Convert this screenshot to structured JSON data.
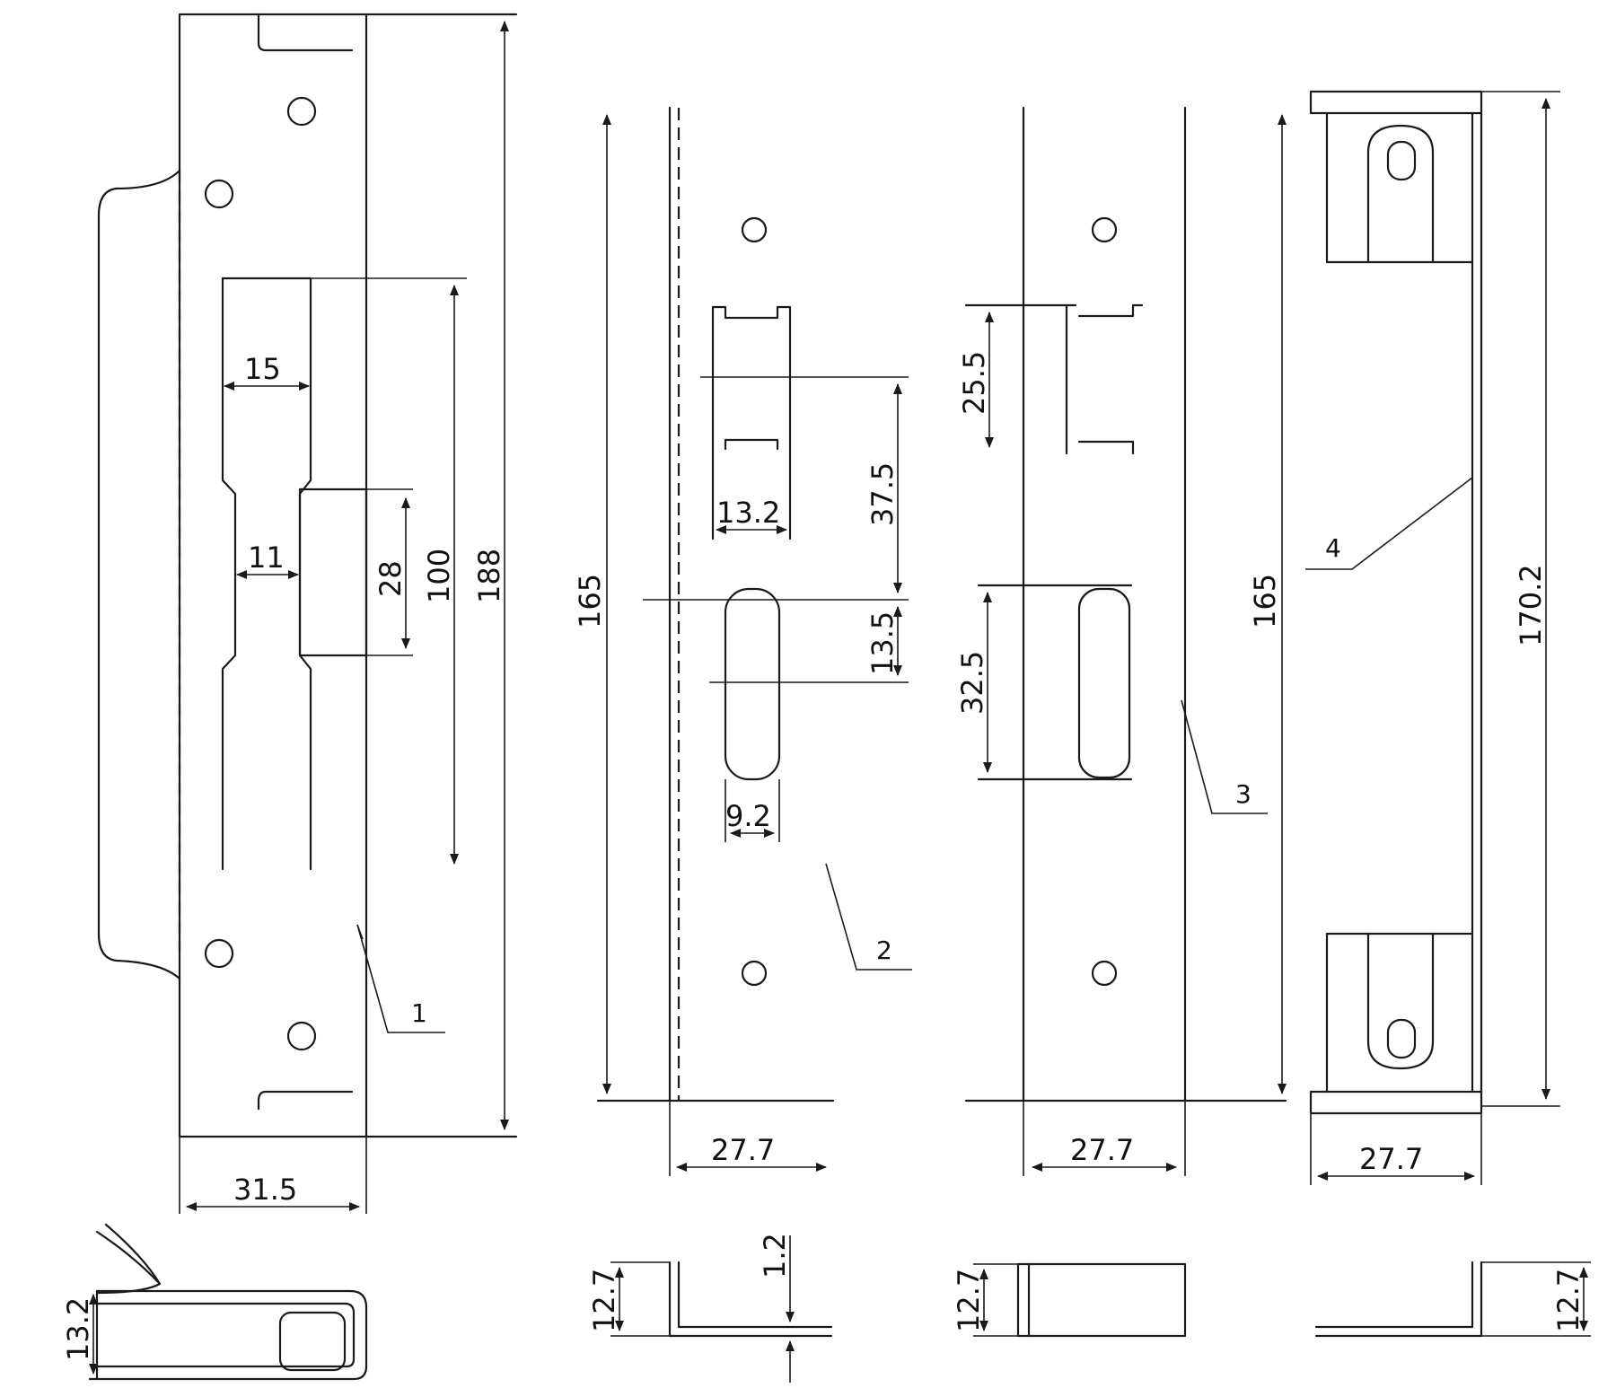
{
  "parts": {
    "p1": {
      "label": "1",
      "dims": {
        "slot_width": "15",
        "neck_width": "11",
        "window_height": "28",
        "slot_length": "100",
        "length": "188",
        "width": "31.5",
        "section_depth": "13.2"
      }
    },
    "p2": {
      "label": "2",
      "dims": {
        "length": "165",
        "tab_width": "13.2",
        "tab_spacing": "37.5",
        "slot_offset": "13.5",
        "slot_width": "9.2",
        "width": "27.7",
        "section_depth": "12.7",
        "thickness": "1.2"
      }
    },
    "p3": {
      "label": "3",
      "dims": {
        "tab_height": "25.5",
        "window_height": "32.5",
        "length": "165",
        "width": "27.7",
        "section_depth": "12.7"
      }
    },
    "p4": {
      "label": "4",
      "dims": {
        "length": "170.2",
        "width": "27.7",
        "section_depth": "12.7"
      }
    }
  },
  "colors": {
    "line": "#1a1a1a",
    "background": "#ffffff"
  }
}
